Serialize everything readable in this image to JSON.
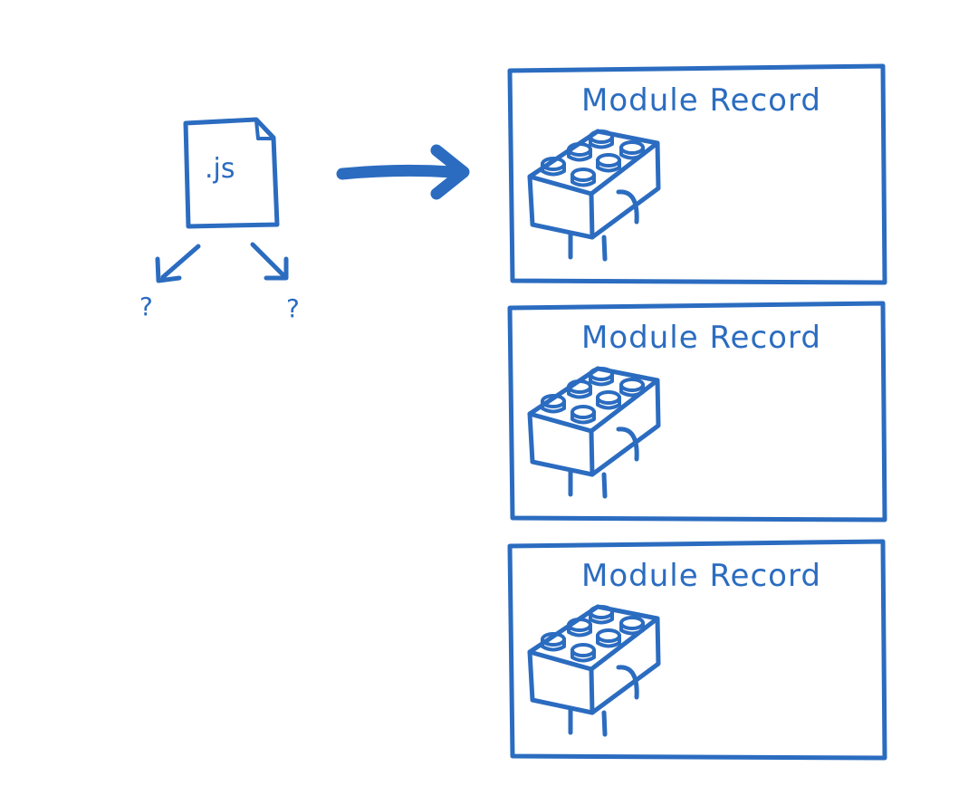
{
  "file": {
    "label": ".js"
  },
  "unknowns": [
    "?",
    "?"
  ],
  "records": [
    {
      "title": "Module Record"
    },
    {
      "title": "Module Record"
    },
    {
      "title": "Module Record"
    }
  ],
  "colors": {
    "ink": "#2b6cc0",
    "background": "#ffffff"
  },
  "icons": {
    "file": "document-icon",
    "arrow": "right-arrow-icon",
    "block": "lego-brick-icon"
  }
}
